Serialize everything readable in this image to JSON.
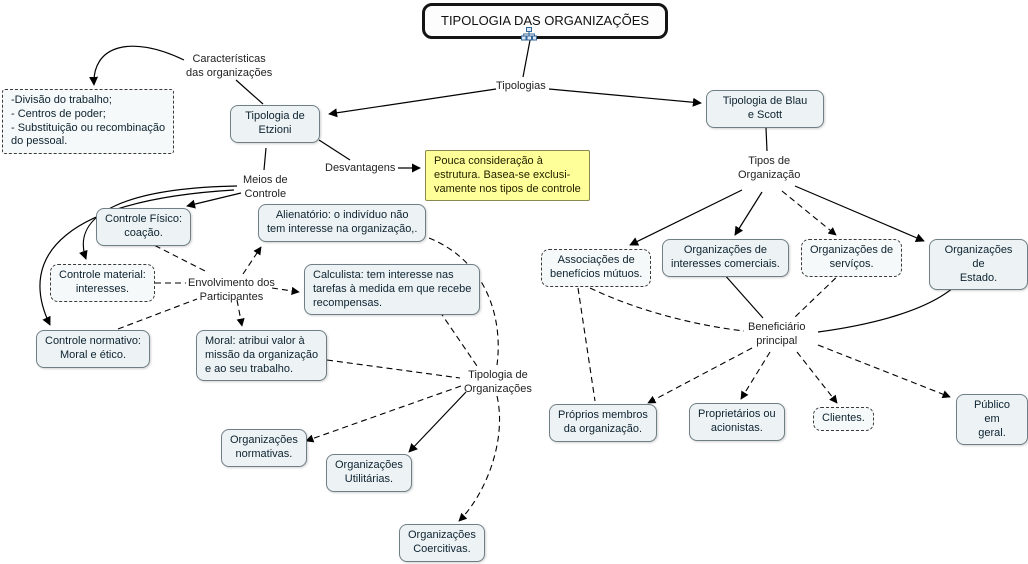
{
  "title": {
    "label": "TIPOLOGIA DAS ORGANIZAÇÕES",
    "icon": "org-chart-icon"
  },
  "labels": {
    "tipologias": "Tipologias",
    "caracteristicas": "Características\ndas organizações",
    "desvantagens": "Desvantagens",
    "meios_controle": "Meios de\nControle",
    "envolvimento": "Envolvimento dos\nParticipantes",
    "tipologia_organizacoes": "Tipologia de\nOrganizações",
    "tipos_organizacao": "Tipos de\nOrganização",
    "beneficiario_principal": "Beneficiário\nprincipal"
  },
  "nodes": {
    "caracteristicas_lista": "-Divisão do trabalho;\n- Centros de poder;\n- Substituição ou recombinação\ndo pessoal.",
    "etzioni": "Tipologia de\nEtzioni",
    "blau_scott": "Tipologia de Blau\ne Scott",
    "nota_desvantagem": "Pouca consideração à\nestrutura. Basea-se exclusi-\nvamente nos tipos de controle",
    "controle_fisico": "Controle Físico:\ncoação.",
    "alienatorio": "Alienatório: o indivíduo não\ntem interesse na organização,.",
    "controle_material": "Controle material:\ninteresses.",
    "calculista": "Calculista: tem interesse nas\ntarefas à medida em que recebe\nrecompensas.",
    "controle_normativo": "Controle normativo:\nMoral e ético.",
    "moral": "Moral: atribui valor à\nmissão da organização\ne ao seu trabalho.",
    "org_normativas": "Organizações\nnormativas.",
    "org_utilitarias": "Organizações\nUtilitárias.",
    "org_coercitivas": "Organizações\nCoercitivas.",
    "assoc_beneficios": "Associações de\nbenefícios mútuos.",
    "org_interesses": "Organizações de\ninteresses comerciais.",
    "org_servicos": "Organizações de\nservíços.",
    "org_estado": "Organizações de\nEstado.",
    "proprios_membros": "Próprios membros\nda organização.",
    "proprietarios": "Proprietários ou\nacionistas.",
    "clientes": "Clientes.",
    "publico_geral": "Público em\ngeral."
  },
  "colors": {
    "node_fill": "#edf3f4",
    "node_border": "#6f7f85",
    "note_fill": "#ffff99",
    "title_border": "#141414",
    "line": "#000000"
  }
}
